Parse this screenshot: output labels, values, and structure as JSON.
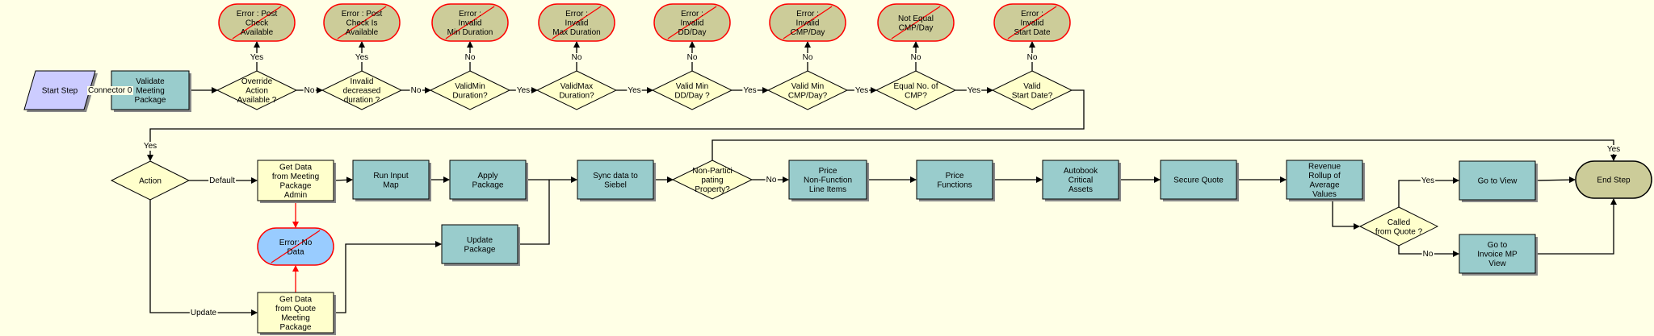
{
  "colors": {
    "background": "#FFFFE6",
    "task": "#99CCCC",
    "task_alt": "#FFFFCC",
    "decision": "#FFFFCC",
    "error": "#CCCC99",
    "error_highlight": "#99CCFF",
    "start": "#CCCCFF",
    "end": "#CCCC99",
    "line": "#000000",
    "error_line": "#FF0000"
  },
  "nodes": {
    "start": {
      "label": [
        "Start Step"
      ],
      "kind": "start"
    },
    "validate": {
      "label": [
        "Validate",
        "Meeting",
        "Package"
      ],
      "kind": "task"
    },
    "override": {
      "label": [
        "Override",
        "Action",
        "Available ?"
      ],
      "kind": "decision"
    },
    "invalid_dec": {
      "label": [
        "Invalid",
        "decreased",
        "duration ?"
      ],
      "kind": "decision"
    },
    "validmin": {
      "label": [
        "ValidMin",
        "Duration?"
      ],
      "kind": "decision"
    },
    "validmax": {
      "label": [
        "ValidMax",
        "Duration?"
      ],
      "kind": "decision"
    },
    "validmindd": {
      "label": [
        "Valid Min",
        "DD/Day ?"
      ],
      "kind": "decision"
    },
    "validmincmp": {
      "label": [
        "Valid Min",
        "CMP/Day?"
      ],
      "kind": "decision"
    },
    "equalcmp": {
      "label": [
        "Equal No. of",
        "CMP?"
      ],
      "kind": "decision"
    },
    "validstart": {
      "label": [
        "Valid",
        "Start Date?"
      ],
      "kind": "decision"
    },
    "err1": {
      "label": [
        "Error : Post",
        "Check",
        "Available"
      ],
      "kind": "error"
    },
    "err2": {
      "label": [
        "Error : Post",
        "Check Is",
        "Available"
      ],
      "kind": "error"
    },
    "err3": {
      "label": [
        "Error :",
        "Invalid",
        "Min Duration"
      ],
      "kind": "error"
    },
    "err4": {
      "label": [
        "Error :",
        "Invalid",
        "Max Duration"
      ],
      "kind": "error"
    },
    "err5": {
      "label": [
        "Error :",
        "Invalid",
        "DD/Day"
      ],
      "kind": "error"
    },
    "err6": {
      "label": [
        "Error :",
        "Invalid",
        "CMP/Day"
      ],
      "kind": "error"
    },
    "err7": {
      "label": [
        "Not Equal",
        "CMP/Day"
      ],
      "kind": "error"
    },
    "err8": {
      "label": [
        "Error :",
        "Invalid",
        "Start Date"
      ],
      "kind": "error"
    },
    "action": {
      "label": [
        "Action"
      ],
      "kind": "decision"
    },
    "getdata_admin": {
      "label": [
        "Get Data",
        "from Meeting",
        "Package",
        "Admin"
      ],
      "kind": "task_alt"
    },
    "errnodata": {
      "label": [
        "Error: No",
        "Data"
      ],
      "kind": "error_highlight"
    },
    "getdata_quote": {
      "label": [
        "Get Data",
        "from Quote",
        "Meeting",
        "Package"
      ],
      "kind": "task_alt"
    },
    "runinput": {
      "label": [
        "Run Input",
        "Map"
      ],
      "kind": "task"
    },
    "apply": {
      "label": [
        "Apply",
        "Package"
      ],
      "kind": "task"
    },
    "update": {
      "label": [
        "Update",
        "Package"
      ],
      "kind": "task"
    },
    "sync": {
      "label": [
        "Sync data to",
        "Siebel"
      ],
      "kind": "task"
    },
    "nonpart": {
      "label": [
        "Non-Partici",
        "pating",
        "Property?"
      ],
      "kind": "decision"
    },
    "price_nonfunc": {
      "label": [
        "Price",
        "Non-Function",
        "Line Items"
      ],
      "kind": "task"
    },
    "price_func": {
      "label": [
        "Price",
        "Functions"
      ],
      "kind": "task"
    },
    "autobook": {
      "label": [
        "Autobook",
        "Critical",
        "Assets"
      ],
      "kind": "task"
    },
    "secure": {
      "label": [
        "Secure Quote"
      ],
      "kind": "task"
    },
    "revenue": {
      "label": [
        "Revenue",
        "Rollup of",
        "Average",
        "Values"
      ],
      "kind": "task"
    },
    "called": {
      "label": [
        "Called",
        "from Quote ?"
      ],
      "kind": "decision"
    },
    "gotoview": {
      "label": [
        "Go to View"
      ],
      "kind": "task"
    },
    "gotoinvoice": {
      "label": [
        "Go to",
        "Invoice MP",
        "View"
      ],
      "kind": "task"
    },
    "end": {
      "label": [
        "End Step"
      ],
      "kind": "end"
    }
  },
  "edge_labels": {
    "connector0": "Connector 0",
    "no": "No",
    "yes": "Yes",
    "default": "Default",
    "update": "Update"
  }
}
